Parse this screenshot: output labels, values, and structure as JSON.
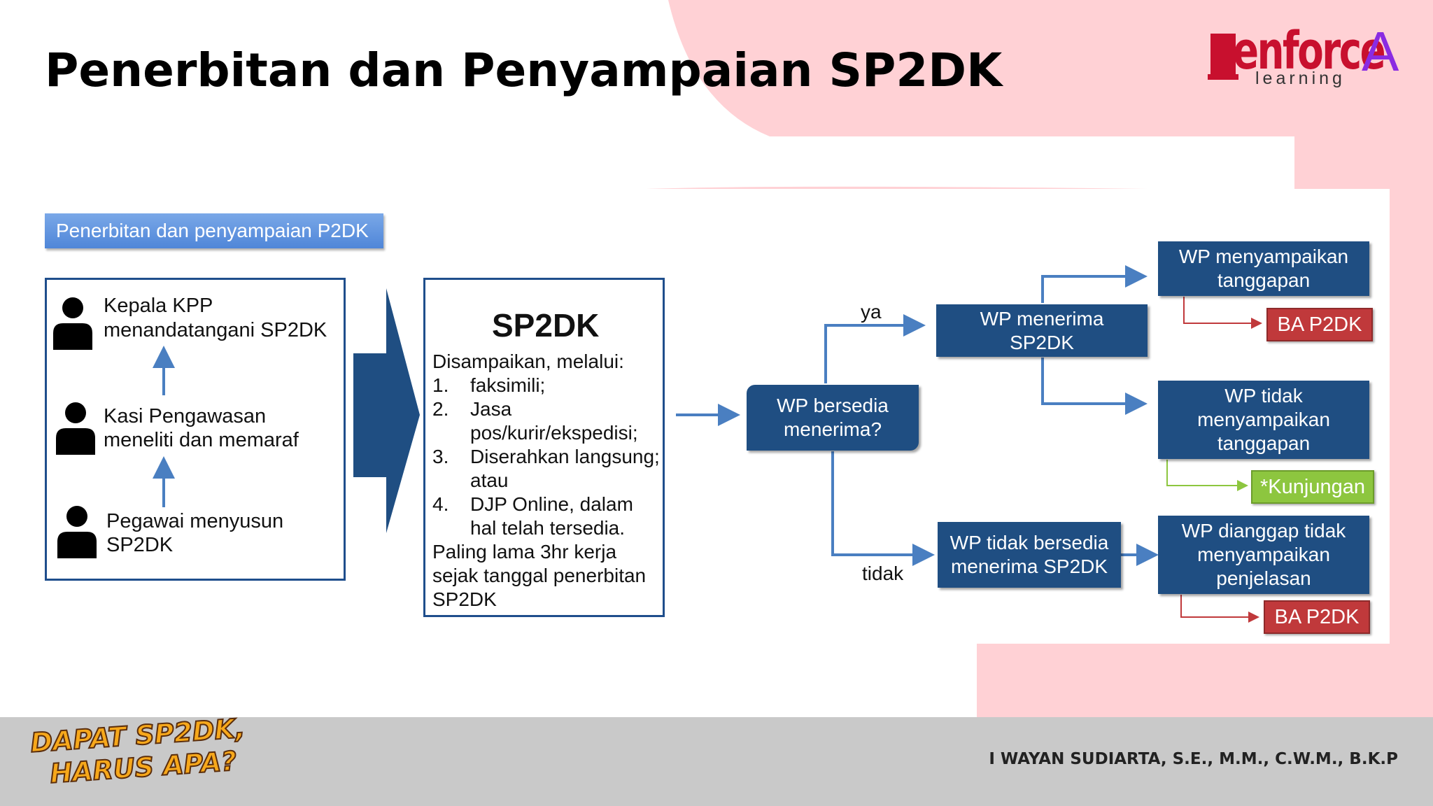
{
  "title": "Penerbitan dan Penyampaian SP2DK",
  "logo": {
    "main": "enforce",
    "accent": "A",
    "sub": "learning",
    "brand_color": "#c8102e",
    "accent_color": "#8a2be2"
  },
  "header_tag": "Penerbitan dan penyampaian P2DK",
  "actors": [
    {
      "line1": "Kepala KPP",
      "line2": "menandatangani SP2DK",
      "icon": "person-icon"
    },
    {
      "line1": "Kasi Pengawasan",
      "line2": "meneliti dan memaraf",
      "icon": "person-icon"
    },
    {
      "line1": "Pegawai menyusun",
      "line2": "SP2DK",
      "icon": "person-icon"
    }
  ],
  "sp2dk": {
    "title": "SP2DK",
    "intro": "Disampaikan, melalui:",
    "items": [
      {
        "num": "1.",
        "lines": [
          "faksimili;"
        ]
      },
      {
        "num": "2.",
        "lines": [
          "Jasa",
          "pos/kurir/ekspedisi;"
        ]
      },
      {
        "num": "3.",
        "lines": [
          "Diserahkan langsung;",
          "atau"
        ]
      },
      {
        "num": "4.",
        "lines": [
          "DJP Online, dalam",
          "hal telah tersedia."
        ]
      }
    ],
    "footer_lines": [
      "Paling lama 3hr kerja",
      "sejak tanggal penerbitan",
      "SP2DK"
    ]
  },
  "flow": {
    "decision": [
      "WP bersedia",
      "menerima?"
    ],
    "yes_label": "ya",
    "no_label": "tidak",
    "accept": [
      "WP menerima",
      "SP2DK"
    ],
    "reject": [
      "WP tidak bersedia",
      "menerima SP2DK"
    ],
    "respond": [
      "WP menyampaikan",
      "tanggapan"
    ],
    "ba1": "BA P2DK",
    "no_respond": [
      "WP tidak",
      "menyampaikan",
      "tanggapan"
    ],
    "visit": "*Kunjungan",
    "deemed": [
      "WP dianggap tidak",
      "menyampaikan",
      "penjelasan"
    ],
    "ba2": "BA P2DK"
  },
  "colors": {
    "navy": "#1f4e82",
    "red": "#c0393b",
    "green": "#8dc63f",
    "pink_bg": "#ffd1d5",
    "arrow_blue": "#4a7fc1"
  },
  "footer": {
    "logo_line1": "DAPAT SP2DK,",
    "logo_line2": "HARUS APA?",
    "author": "I WAYAN SUDIARTA, S.E., M.M., C.W.M., B.K.P"
  }
}
